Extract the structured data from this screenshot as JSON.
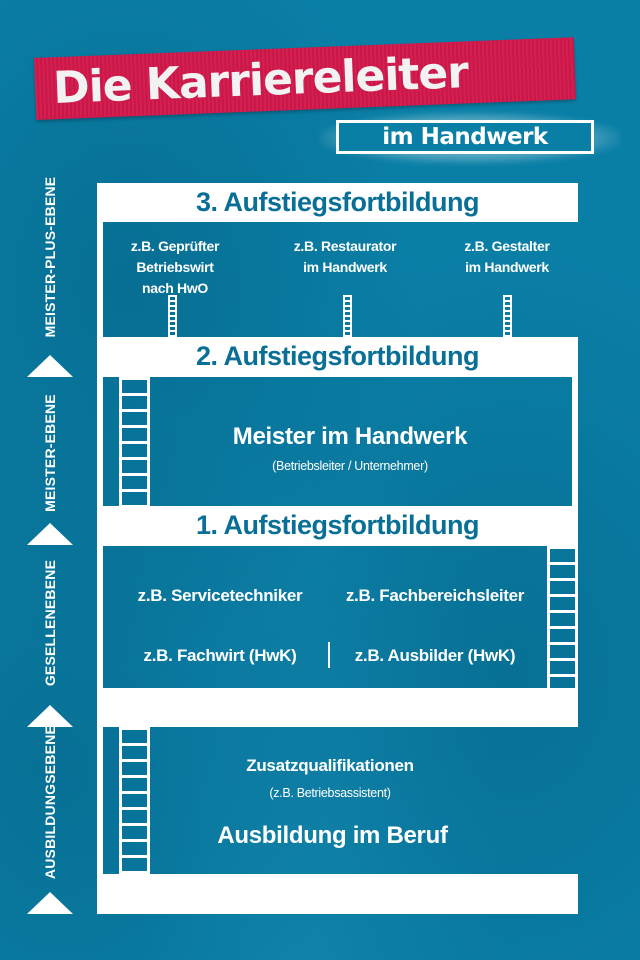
{
  "title": {
    "main": "Die Karriereleiter",
    "sub": "im Handwerk"
  },
  "colors": {
    "background": "#0a7fa6",
    "tape": "#d0174a",
    "band_text": "#0a6f96",
    "frame": "#ffffff"
  },
  "levels": {
    "side_labels": [
      "MEISTER-PLUS-EBENE",
      "MEISTER-EBENE",
      "GESELLENEBENE",
      "AUSBILDUNGSEBENE"
    ],
    "meister_plus": {
      "band": "3. Aufstiegsfortbildung",
      "examples": [
        {
          "lines": [
            "z.B. Geprüfter",
            "Betriebswirt",
            "nach HwO"
          ]
        },
        {
          "lines": [
            "z.B. Restaurator",
            "im Handwerk"
          ]
        },
        {
          "lines": [
            "z.B. Gestalter",
            "im Handwerk"
          ]
        }
      ]
    },
    "meister": {
      "band": "2. Aufstiegsfortbildung",
      "title": "Meister im Handwerk",
      "subtitle": "(Betriebsleiter / Unternehmer)"
    },
    "gesellen": {
      "band": "1. Aufstiegsfortbildung",
      "examples": [
        "z.B. Servicetechniker",
        "z.B. Fachbereichsleiter",
        "z.B. Fachwirt (HwK)",
        "z.B. Ausbilder (HwK)"
      ]
    },
    "ausbildung": {
      "extra_title": "Zusatzqualifikationen",
      "extra_subtitle": "(z.B. Betriebsassistent)",
      "title": "Ausbildung im Beruf"
    }
  }
}
